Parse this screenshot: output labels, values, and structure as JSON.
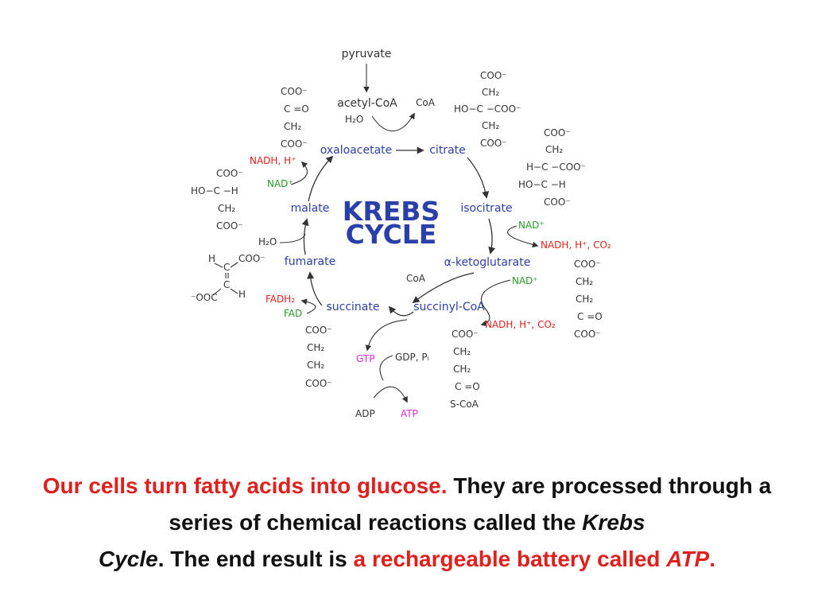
{
  "title": [
    "KREBS",
    "CYCLE"
  ],
  "colors": {
    "title": "#2b3fa8",
    "intermediate": "#2b3fa8",
    "cofactor_reduced": "#e0201c",
    "cofactor_oxidized": "#2a9a2a",
    "energy": "#e02ad8",
    "highlight": "#e0201c"
  },
  "diagram": {
    "pyruvate": "pyruvate",
    "acetyl_coa": "acetyl-CoA",
    "h2o_top": "H₂O",
    "coa_top": "CoA",
    "oxaloacetate": "oxaloacetate",
    "citrate": "citrate",
    "isocitrate": "isocitrate",
    "ketoglutarate": "α-ketoglutarate",
    "succinyl_coa": "succinyl-CoA",
    "succinate": "succinate",
    "fumarate": "fumarate",
    "malate": "malate",
    "nadh_oxalo": "NADH, H⁺",
    "nad_oxalo": "NAD⁺",
    "nad_iso": "NAD⁺",
    "nadh_iso": "NADH, H⁺, CO₂",
    "nad_keto": "NAD⁺",
    "coa_keto": "CoA",
    "nadh_succ": "NADH, H⁺, CO₂",
    "fadh2": "FADH₂",
    "fad": "FAD",
    "h2o_fum": "H₂O",
    "gtp": "GTP",
    "gdp": "GDP, Pᵢ",
    "adp": "ADP",
    "atp": "ATP",
    "mol_oxaloacetate": [
      "COO⁻",
      "C =O",
      "CH₂",
      "COO⁻"
    ],
    "mol_citrate": [
      "COO⁻",
      "CH₂",
      "HO−C −COO⁻",
      "CH₂",
      "COO⁻"
    ],
    "mol_isocitrate": [
      "COO⁻",
      "CH₂",
      "H−C −COO⁻",
      "HO−C −H",
      "COO⁻"
    ],
    "mol_ketoglutarate": [
      "COO⁻",
      "CH₂",
      "CH₂",
      "C =O",
      "COO⁻"
    ],
    "mol_succinylcoa": [
      "COO⁻",
      "CH₂",
      "CH₂",
      "C =O",
      "S-CoA"
    ],
    "mol_succinate": [
      "COO⁻",
      "CH₂",
      "CH₂",
      "COO⁻"
    ],
    "mol_malate": [
      "COO⁻",
      "HO−C −H",
      "CH₂",
      "COO⁻"
    ],
    "mol_fumarate": [
      "H",
      "C",
      "COO⁻",
      "C",
      "H",
      "⁻OOC"
    ]
  },
  "caption": {
    "part1": "Our cells turn fatty acids into glucose.",
    "part2": " They are processed through a series of chemical reactions called the ",
    "krebs": "Krebs",
    "cycle": "Cycle",
    "part3": ". The end result is ",
    "part4": "a rechargeable battery called ",
    "atp": "ATP",
    "period": "."
  }
}
